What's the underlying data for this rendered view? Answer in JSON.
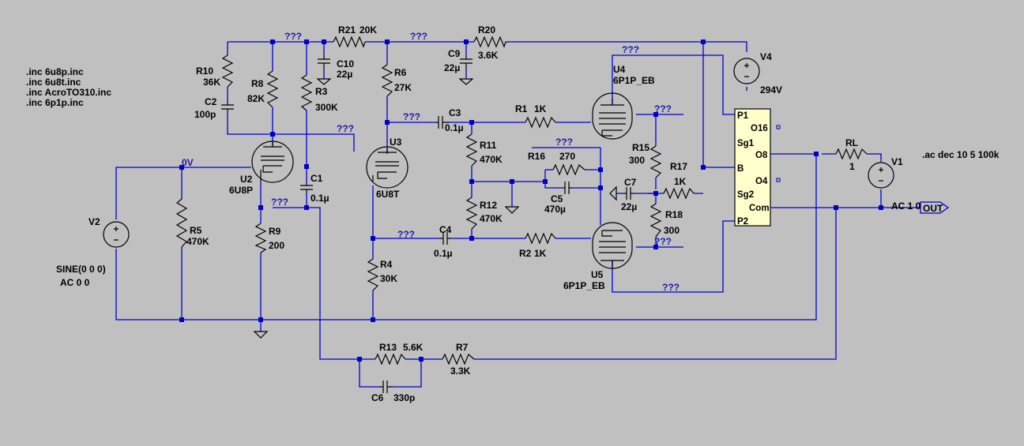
{
  "directives": [
    ".inc 6u8p.inc",
    ".inc 6u8t.inc",
    ".inc AcroTO310.inc",
    ".inc 6p1p.inc"
  ],
  "analysis": ".ac dec 10 5 100k",
  "unknown_label": "???",
  "net_labels": {
    "zero_v": "0V",
    "out": "OUT"
  },
  "components": {
    "R21": {
      "name": "R21",
      "value": "20K"
    },
    "R20": {
      "name": "R20",
      "value": "3.6K"
    },
    "R10": {
      "name": "R10",
      "value": "36K"
    },
    "R8": {
      "name": "R8",
      "value": "82K"
    },
    "R3": {
      "name": "R3",
      "value": "300K"
    },
    "R6": {
      "name": "R6",
      "value": "27K"
    },
    "R5": {
      "name": "R5",
      "value": "470K"
    },
    "R9": {
      "name": "R9",
      "value": "200"
    },
    "R4": {
      "name": "R4",
      "value": "30K"
    },
    "R11": {
      "name": "R11",
      "value": "470K"
    },
    "R12": {
      "name": "R12",
      "value": "470K"
    },
    "R1": {
      "name": "R1",
      "value": "1K"
    },
    "R2": {
      "name": "R2",
      "value": "1K"
    },
    "R16": {
      "name": "R16",
      "value": "270"
    },
    "R15": {
      "name": "R15",
      "value": "300"
    },
    "R17": {
      "name": "R17",
      "value": "1K"
    },
    "R18": {
      "name": "R18",
      "value": "300"
    },
    "R13": {
      "name": "R13",
      "value": "5.6K"
    },
    "R7": {
      "name": "R7",
      "value": "3.3K"
    },
    "RL": {
      "name": "RL",
      "value": "1"
    },
    "C10": {
      "name": "C10",
      "value": "22µ"
    },
    "C9": {
      "name": "C9",
      "value": "22µ"
    },
    "C2": {
      "name": "C2",
      "value": "100p"
    },
    "C1": {
      "name": "C1",
      "value": "0.1µ"
    },
    "C3": {
      "name": "C3",
      "value": "0.1µ"
    },
    "C4": {
      "name": "C4",
      "value": "0.1µ"
    },
    "C5": {
      "name": "C5",
      "value": "470µ"
    },
    "C7": {
      "name": "C7",
      "value": "22µ"
    },
    "C6": {
      "name": "C6",
      "value": "330p"
    },
    "V4": {
      "name": "V4",
      "value": "294V"
    },
    "V1": {
      "name": "V1",
      "value": "AC 1 0"
    },
    "V2": {
      "name": "V2",
      "value": "SINE(0 0 0)",
      "value2": "AC 0 0"
    },
    "U2": {
      "name": "U2",
      "value": "6U8P"
    },
    "U3": {
      "name": "U3",
      "value": "6U8T"
    },
    "U4": {
      "name": "U4",
      "value": "6P1P_EB"
    },
    "U5": {
      "name": "U5",
      "value": "6P1P_EB"
    }
  },
  "transformer_pins": [
    "P1",
    "Sg1",
    "B",
    "Sg2",
    "P2",
    "O16",
    "O8",
    "O4",
    "Com"
  ]
}
